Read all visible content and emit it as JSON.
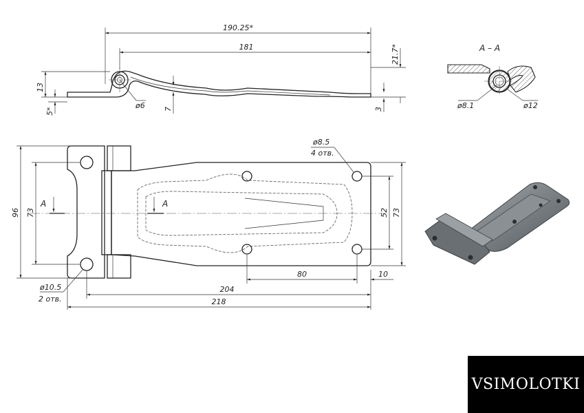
{
  "top_view": {
    "dims": {
      "overall_length": "190.25*",
      "leaf_length": "181",
      "height_total": "21.7*",
      "knuckle_height": "13",
      "offset": "5*",
      "pin_diameter": "ø6",
      "leaf_rise": "7",
      "thickness": "3"
    }
  },
  "section": {
    "title": "A – A",
    "pin_hole": "ø8.1",
    "knuckle_od": "ø12"
  },
  "plan_view": {
    "dims": {
      "hole_dia_small": "ø8.5",
      "hole_count_small": "4 отв.",
      "hole_dia_large": "ø10.5",
      "hole_count_large": "2 отв.",
      "overall_height": "96",
      "hole_spacing_left": "73",
      "hole_spacing_right": "73",
      "leaf_width": "52",
      "hole_spacing_x": "80",
      "edge_offset": "10",
      "length_204": "204",
      "length_218": "218"
    },
    "section_marker_left": "A",
    "section_marker_right": "A"
  },
  "logo": {
    "text": "VSIMOLOTKI"
  },
  "colors": {
    "line": "#222222",
    "render_body": "#6f7478",
    "render_light": "#9aa0a4",
    "logo_bg": "#000000"
  }
}
